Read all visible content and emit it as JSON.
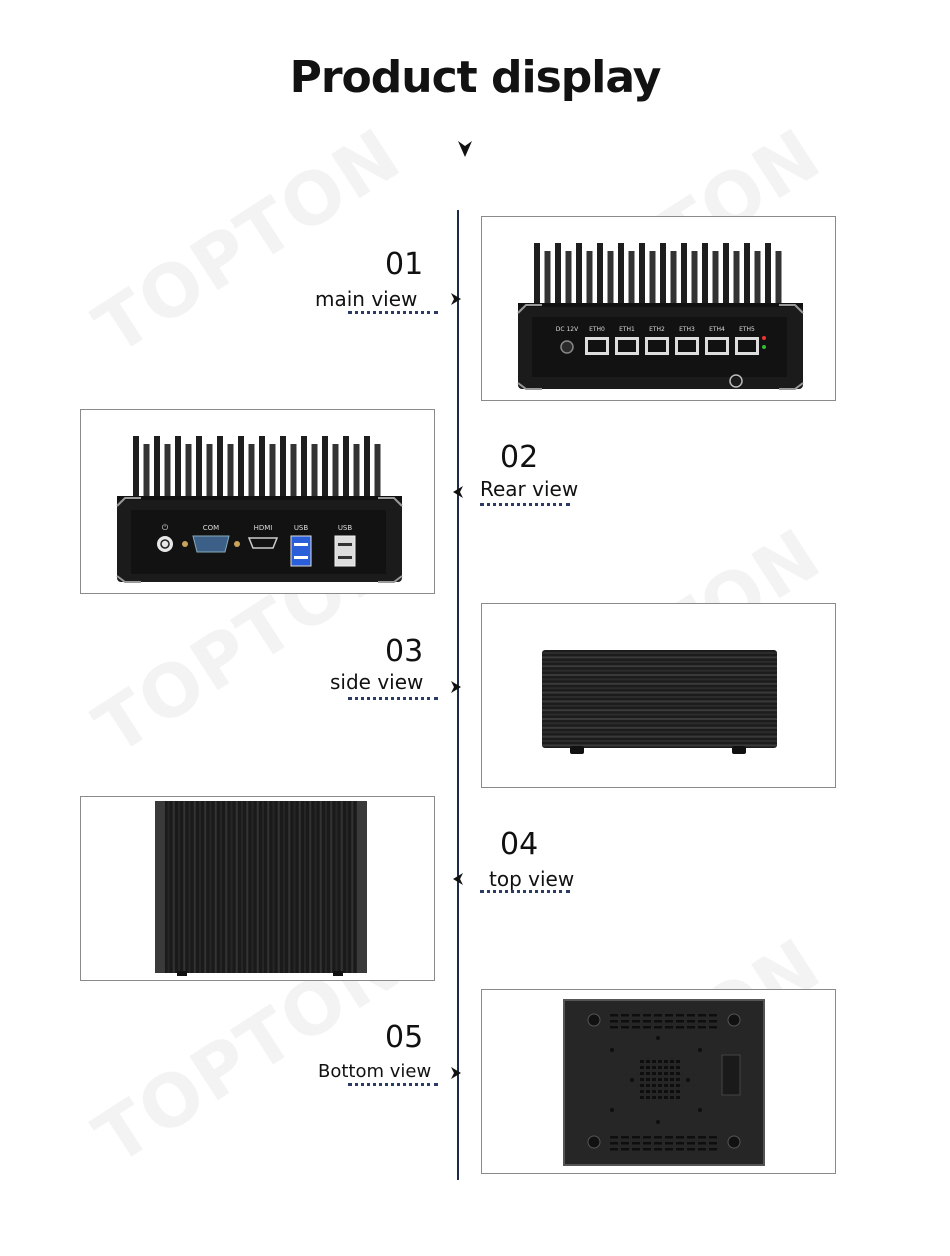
{
  "page": {
    "title": "Product display",
    "watermark_text": "TOPTON"
  },
  "steps": [
    {
      "number": "01",
      "label": "main view",
      "side": "right"
    },
    {
      "number": "02",
      "label": "Rear view",
      "side": "left"
    },
    {
      "number": "03",
      "label": "side view",
      "side": "right"
    },
    {
      "number": "04",
      "label": "top view",
      "side": "left"
    },
    {
      "number": "05",
      "label": "Bottom view",
      "side": "right"
    }
  ],
  "main_view_ports": [
    "DC 12V",
    "ETH0",
    "ETH1",
    "ETH2",
    "ETH3",
    "ETH4",
    "ETH5"
  ],
  "rear_view_ports": [
    "COM",
    "HDMI",
    "USB",
    "USB"
  ],
  "colors": {
    "accent_line": "#1e2a4a",
    "device_body": "#1b1b1b",
    "frame_border": "#8a8a8a"
  }
}
